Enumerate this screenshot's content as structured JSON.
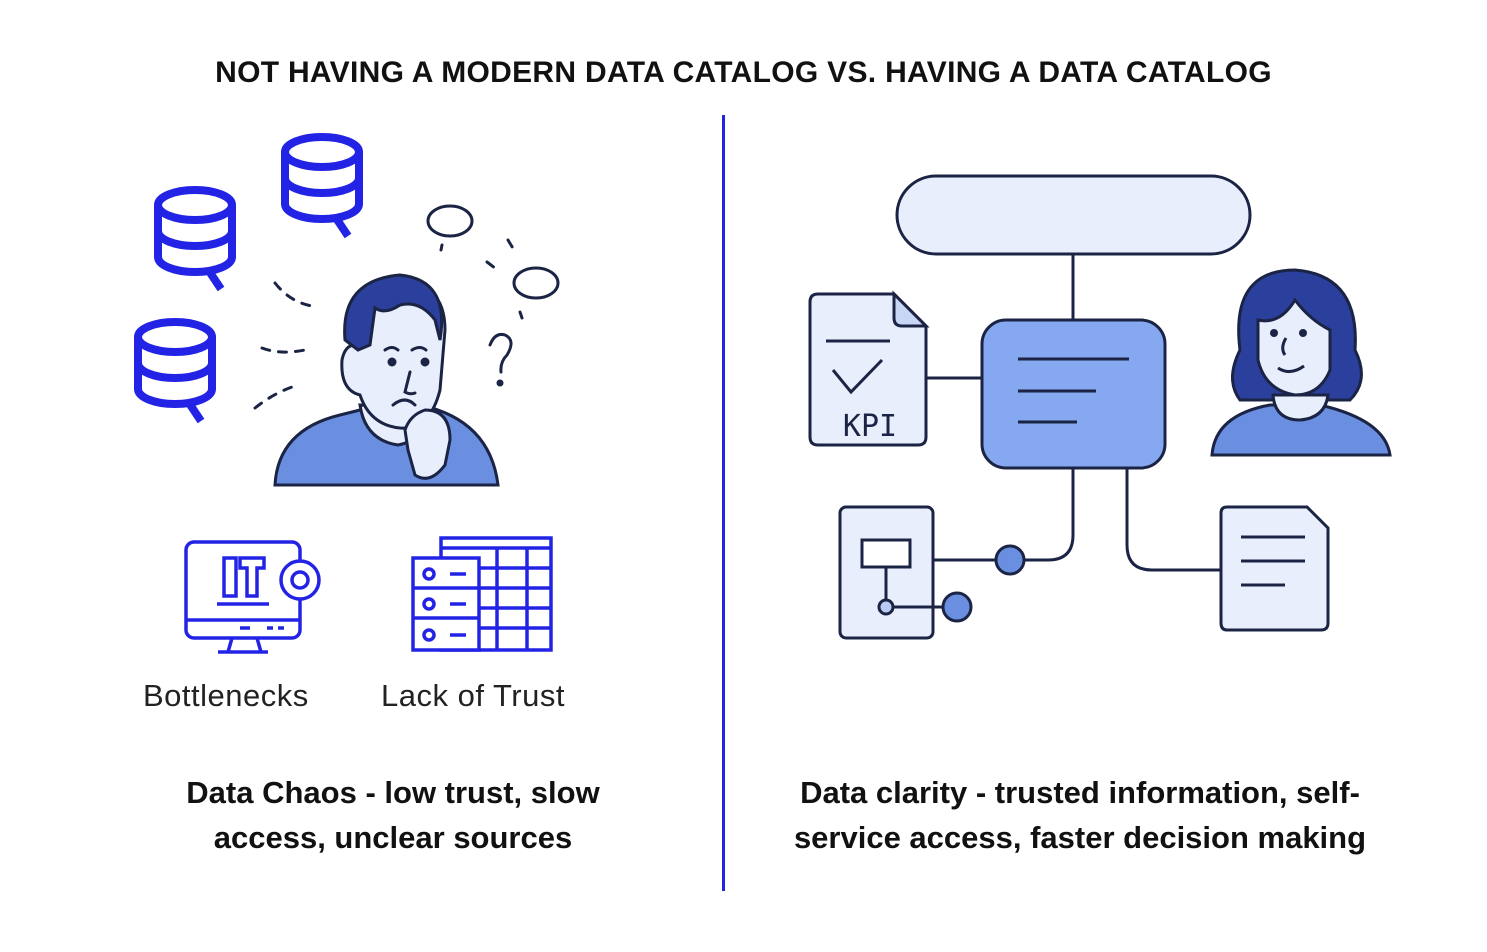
{
  "title": "NOT HAVING A MODERN DATA CATALOG VS. HAVING A DATA CATALOG",
  "left": {
    "icons": [
      {
        "label": "Bottlenecks",
        "icon": "it-monitor-gear-icon"
      },
      {
        "label": "Lack of Trust",
        "icon": "database-table-icon"
      }
    ],
    "caption_line1": "Data Chaos - low trust, slow",
    "caption_line2": "access, unclear sources"
  },
  "right": {
    "kpi_label": "KPI",
    "caption_line1": "Data clarity - trusted information, self-",
    "caption_line2": "service access, faster decision making"
  },
  "colors": {
    "accent": "#2323e6",
    "outline": "#1b2444",
    "light_fill": "#e8eefb",
    "mid_blue": "#6a8fe0",
    "hair": "#2b3f9c"
  }
}
